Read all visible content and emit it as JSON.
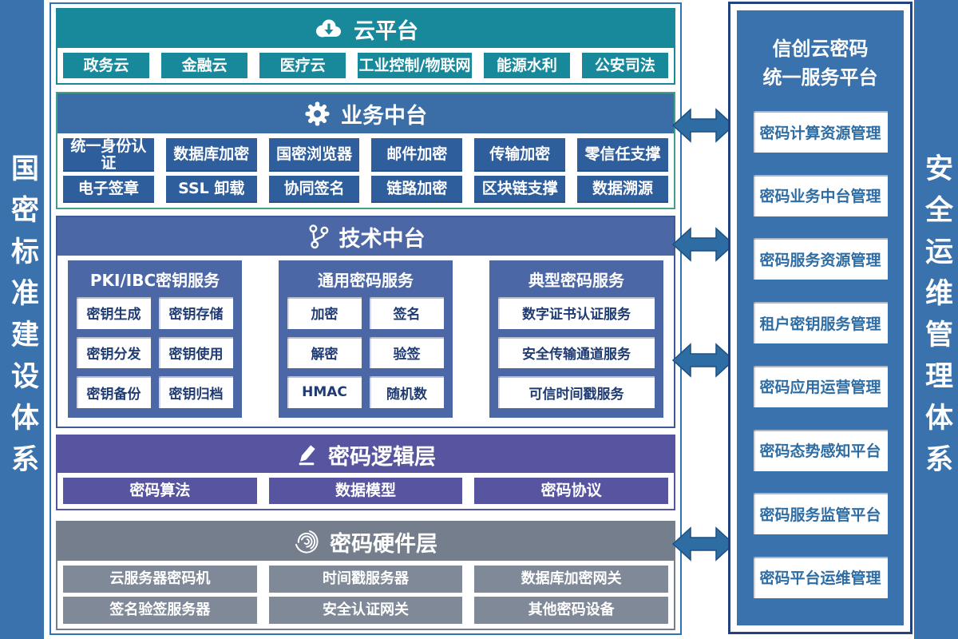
{
  "left_sidebar": {
    "label": "国密标准建设体系"
  },
  "right_sidebar": {
    "label": "安全运维管理体系"
  },
  "colors": {
    "cloud_teal": "#17899B",
    "business_header_blue": "#3B6EA6",
    "business_item_blue": "#2F5E9D",
    "business_border_green": "#3FA287",
    "tech_blue": "#4C67A6",
    "tech_item_text": "#1F3B73",
    "logic_purple": "#5754A0",
    "hardware_gray": "#747E8D",
    "hardware_item_gray": "#808998",
    "panel_blue": "#3A72AD",
    "panel_item_text": "#2E6DA4",
    "arrow_blue": "#2E6DA4",
    "sidebar_blue": "#3A72AE"
  },
  "layers": [
    {
      "id": "cloud",
      "title": "云平台",
      "icon": "cloud-download-icon",
      "items_rows": [
        [
          "政务云",
          "金融云",
          "医疗云",
          "工业控制/物联网",
          "能源水利",
          "公安司法"
        ]
      ]
    },
    {
      "id": "business",
      "title": "业务中台",
      "icon": "gear-icon",
      "items_rows": [
        [
          "统一身份认证",
          "数据库加密",
          "国密浏览器",
          "邮件加密",
          "传输加密",
          "零信任支撑"
        ],
        [
          "电子签章",
          "SSL 卸载",
          "协同签名",
          "链路加密",
          "区块链支撑",
          "数据溯源"
        ]
      ]
    },
    {
      "id": "tech",
      "title": "技术中台",
      "icon": "git-branch-icon",
      "groups": [
        {
          "title": "PKI/IBC密钥服务",
          "columns": 2,
          "items": [
            "密钥生成",
            "密钥存储",
            "密钥分发",
            "密钥使用",
            "密钥备份",
            "密钥归档"
          ]
        },
        {
          "title": "通用密码服务",
          "columns": 2,
          "items": [
            "加密",
            "签名",
            "解密",
            "验签",
            "HMAC",
            "随机数"
          ]
        },
        {
          "title": "典型密码服务",
          "columns": 1,
          "items": [
            "数字证书认证服务",
            "安全传输通道服务",
            "可信时间戳服务"
          ]
        }
      ]
    },
    {
      "id": "logic",
      "title": "密码逻辑层",
      "icon": "pencil-icon",
      "items_rows": [
        [
          "密码算法",
          "数据模型",
          "密码协议"
        ]
      ]
    },
    {
      "id": "hardware",
      "title": "密码硬件层",
      "icon": "fingerprint-icon",
      "items_rows": [
        [
          "云服务器密码机",
          "时间戳服务器",
          "数据库加密网关"
        ],
        [
          "签名验签服务器",
          "安全认证网关",
          "其他密码设备"
        ]
      ]
    }
  ],
  "right_panel": {
    "title_line1": "信创云密码",
    "title_line2": "统一服务平台",
    "items": [
      "密码计算资源管理",
      "密码业务中台管理",
      "密码服务资源管理",
      "租户密钥服务管理",
      "密码应用运营管理",
      "密码态势感知平台",
      "密码服务监管平台",
      "密码平台运维管理"
    ]
  }
}
